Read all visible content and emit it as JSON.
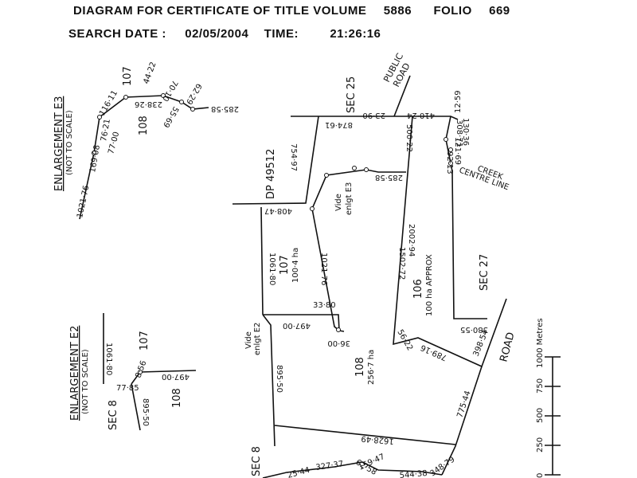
{
  "header": {
    "line1_label": "DIAGRAM FOR CERTIFICATE OF TITLE VOLUME",
    "volume": "5886",
    "folio_label": "FOLIO",
    "folio": "669",
    "search_date_label": "SEARCH DATE :",
    "search_date": "02/05/2004",
    "time_label": "TIME:",
    "time": "21:26:16"
  },
  "labels": {
    "sec25": "SEC 25",
    "public_road_1": "PUBLIC",
    "public_road_2": "ROAD",
    "dp": "DP 49512",
    "sec27": "SEC 27",
    "road": "ROAD",
    "centre_line_1": "CENTRE LINE",
    "centre_line_2": "CREEK",
    "sec8_main": "SEC 8",
    "vide_e3_1": "Vide",
    "vide_e3_2": "enlgt E3",
    "vide_e2_1": "Vide",
    "vide_e2_2": "enlgt E2",
    "lot107": "107",
    "lot107_area": "100·4 ha",
    "lot106": "106",
    "lot106_area": "100 ha APPROX",
    "lot108": "108",
    "lot108_area": "256·7 ha"
  },
  "dimensions": {
    "d874_61": "874·61",
    "d23_90": "23·90",
    "d410_24": "410·24",
    "d500_22": "500·22",
    "d12_59": "12·59",
    "d308_71": "308·71",
    "d130_36": "130·36",
    "d121_69": "121·69",
    "d92_13": "92·13",
    "d754_97": "754·97",
    "d285_58": "285·58",
    "d408_47": "408·47",
    "d1061_80": "1061·80",
    "d1021_76": "1021·76",
    "d1502_72": "1502·72",
    "d2002_94": "2002·94",
    "d380_55": "380·55",
    "d33_80": "33·80",
    "d497_00": "497·00",
    "d36_00": "36·00",
    "d56_22": "56·22",
    "d789_16": "789·16",
    "d398_54": "398·54",
    "d895_50": "895·50",
    "d775_44": "775·44",
    "d1628_49": "1628·49",
    "d25_44": "25·44",
    "d327_37": "327·37",
    "d159_47": "159·47",
    "d62_58": "62·58",
    "d544_38": "544·38",
    "d348_79": "348·79"
  },
  "enlargement_e3": {
    "title": "ENLARGEMENT E3",
    "note": "(NOT TO SCALE)",
    "lot_top": "107",
    "lot_bottom": "108",
    "d1021_76": "1021·76",
    "d169_08": "169·08",
    "d76_21": "76·21",
    "d77_00": "77·00",
    "d116_11": "116·11",
    "d238_26": "238·26",
    "d44_22": "44·22",
    "d70_10": "70·10",
    "d55_69": "55·69",
    "d62_29": "62·29",
    "d285_58": "285·58"
  },
  "enlargement_e2": {
    "title": "ENLARGEMENT E2",
    "note": "(NOT TO SCALE)",
    "lot_top": "107",
    "lot_bottom": "108",
    "sec": "SEC 8",
    "d1061_80": "1061·80",
    "d8_56": "8·56",
    "d497_00": "497·00",
    "d77_85": "77·85",
    "d895_50": "895·50"
  },
  "scale_bar": {
    "ticks": [
      "0",
      "250",
      "500",
      "750",
      "1000 Metres"
    ]
  }
}
